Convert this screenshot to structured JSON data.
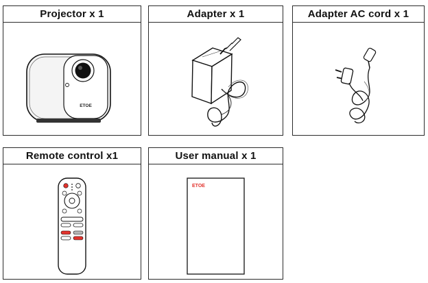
{
  "items": [
    {
      "label": "Projector x 1"
    },
    {
      "label": "Adapter x 1"
    },
    {
      "label": "Adapter AC cord x 1"
    },
    {
      "label": "Remote control x1"
    },
    {
      "label": "User manual x 1"
    }
  ],
  "projector": {
    "brand": "ETOE"
  },
  "manual": {
    "brand": "ETOE",
    "brand_color": "#e2332d"
  },
  "remote": {
    "power_color": "#e2332d",
    "button_color": "#b4b4b4"
  }
}
